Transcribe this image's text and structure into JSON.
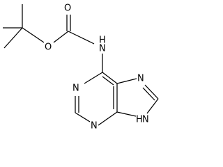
{
  "molecule": {
    "atoms": {
      "carbonyl_oxygen": "O",
      "ester_oxygen": "O",
      "amide_nitrogen": "N",
      "amide_hydrogen": "H",
      "ring_nitrogen_1": "N",
      "ring_nitrogen_3": "N",
      "ring_nitrogen_7": "N",
      "ring_nitrogen_9": "N",
      "ring_hydrogen_9": "H"
    }
  }
}
